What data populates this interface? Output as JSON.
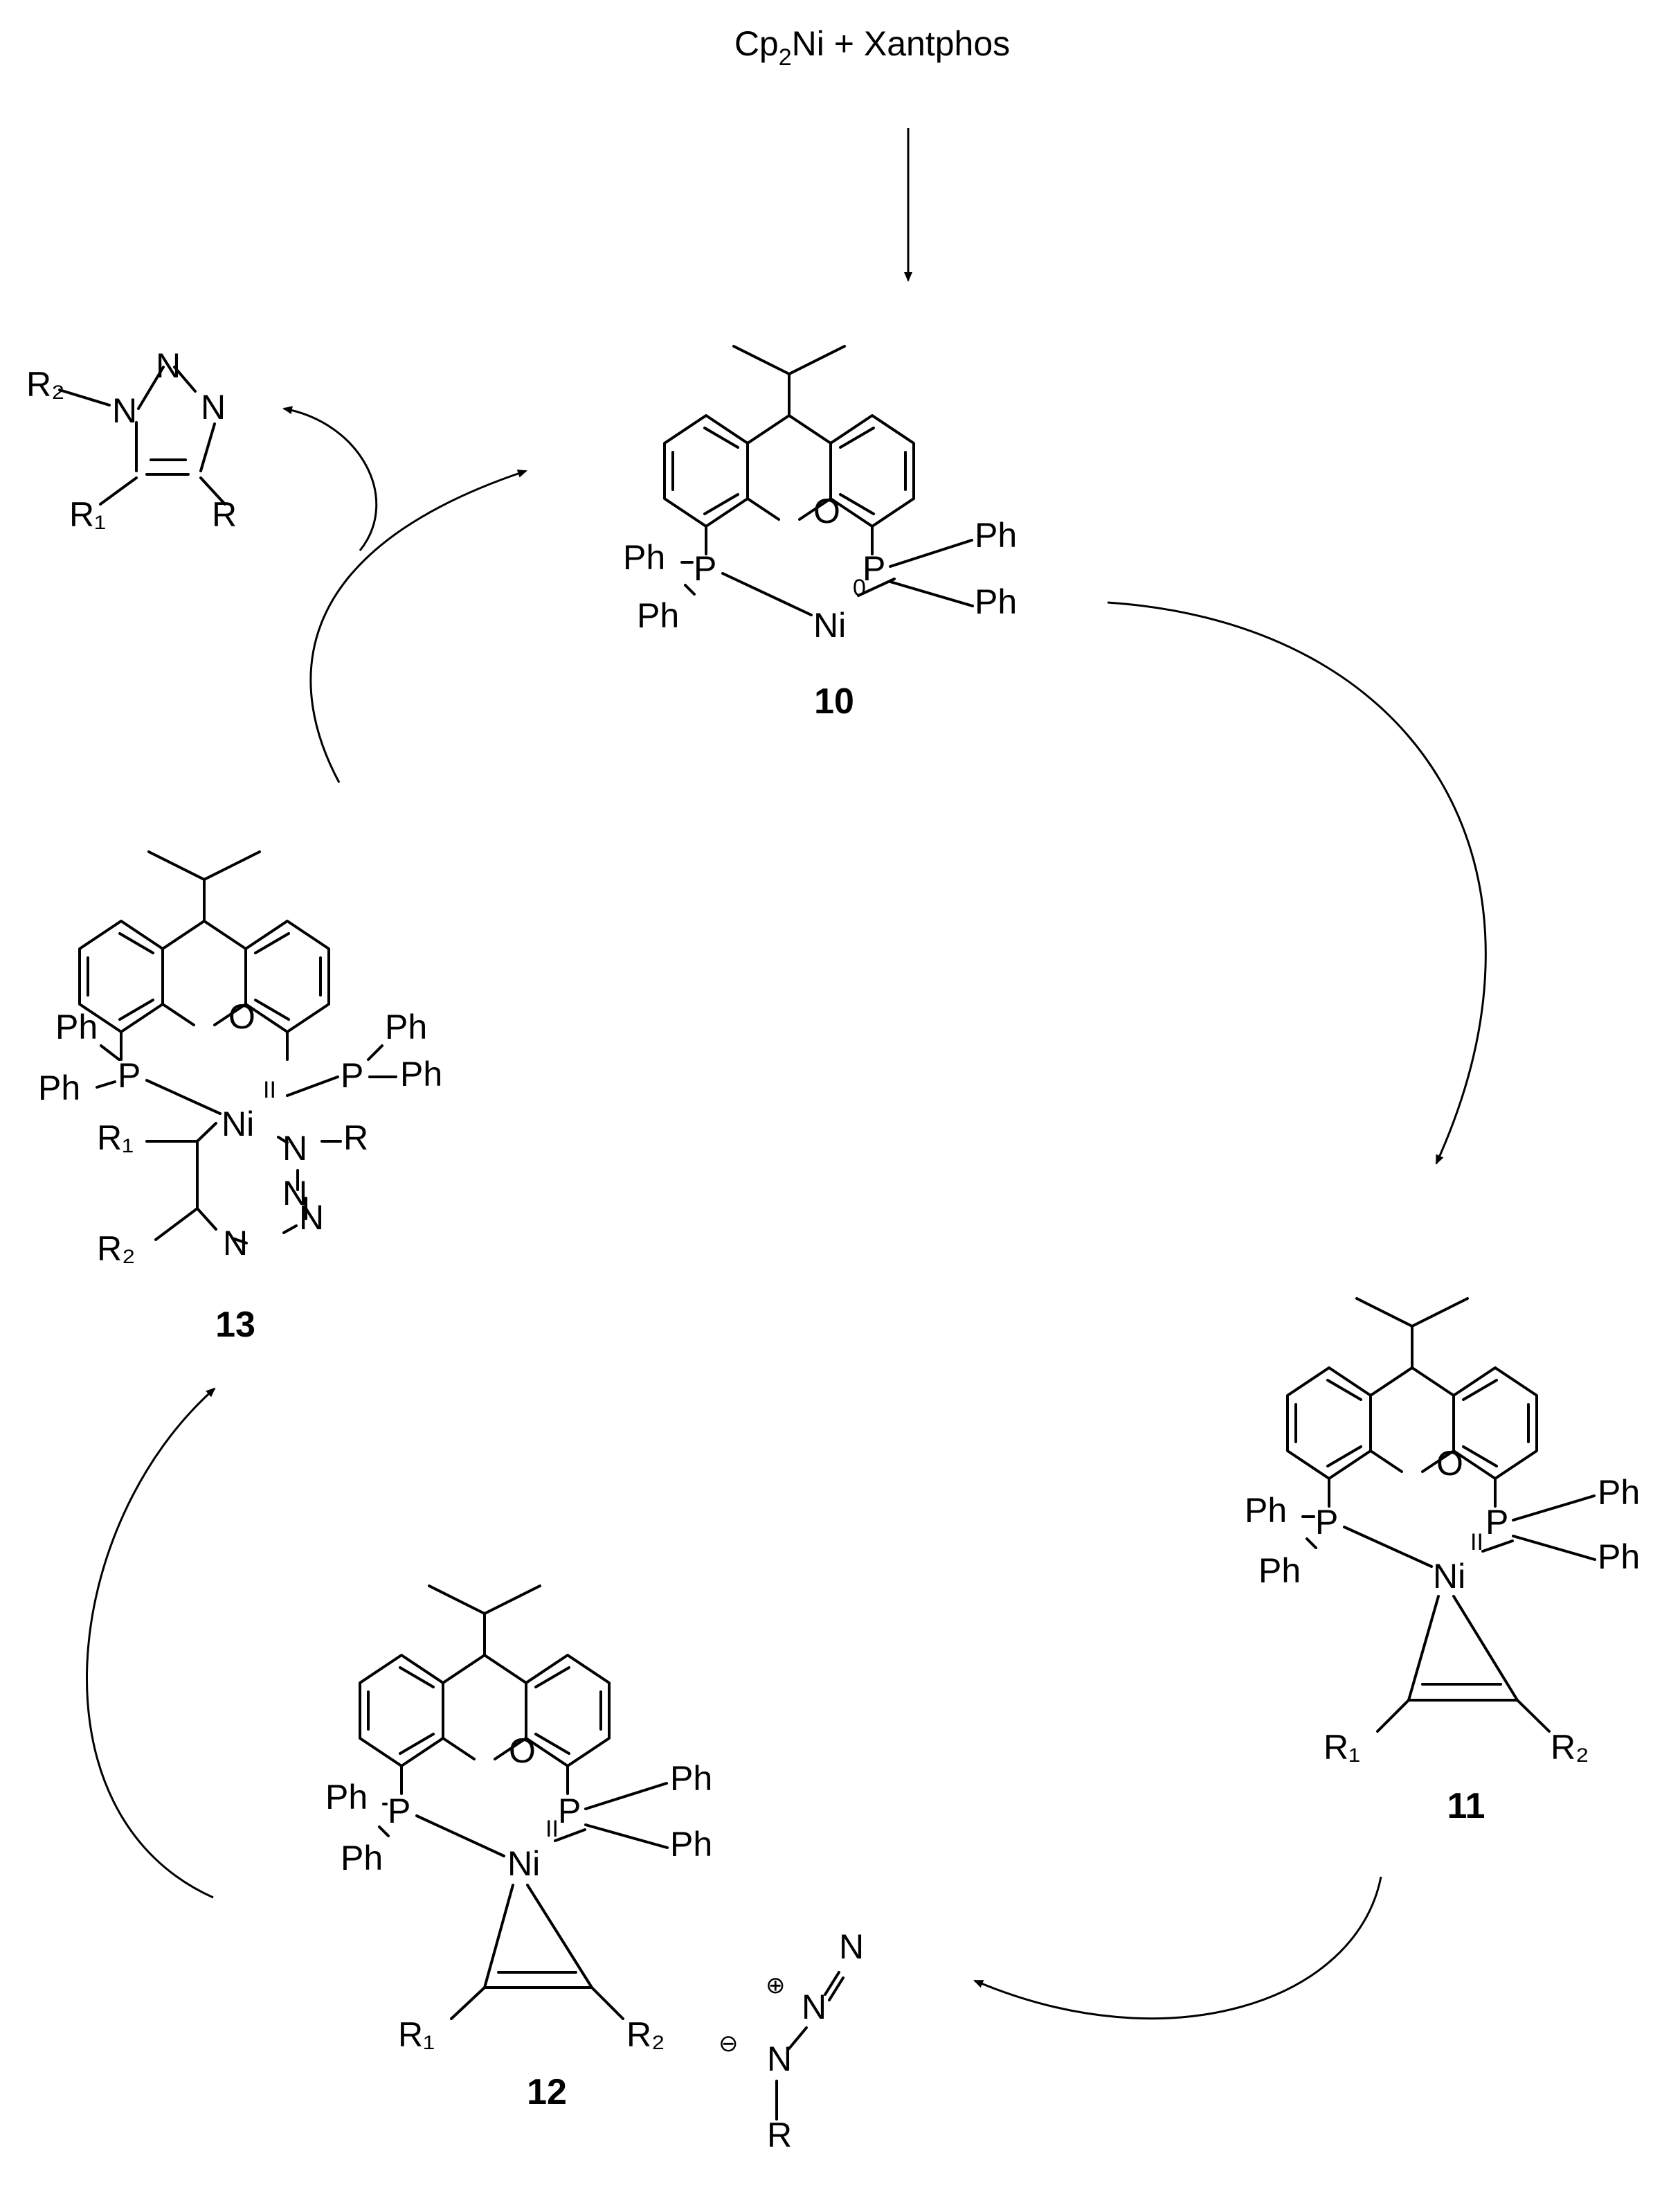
{
  "precursor": {
    "text": "Cp₂Ni + Xantphos"
  },
  "ligand": {
    "ph": "Ph",
    "p": "P",
    "o": "O",
    "ni": "Ni"
  },
  "complexes": {
    "c10": {
      "label": "10",
      "oxidation_state": "0"
    },
    "c11": {
      "label": "11",
      "oxidation_state": "II"
    },
    "c12": {
      "label": "12",
      "oxidation_state": "II"
    },
    "c13": {
      "label": "13",
      "oxidation_state": "II"
    }
  },
  "substituents": {
    "r": "R",
    "r1": "R₁",
    "r2": "R₂",
    "n": "N"
  },
  "azide": {
    "plus": "⊕",
    "minus": "⊖"
  }
}
